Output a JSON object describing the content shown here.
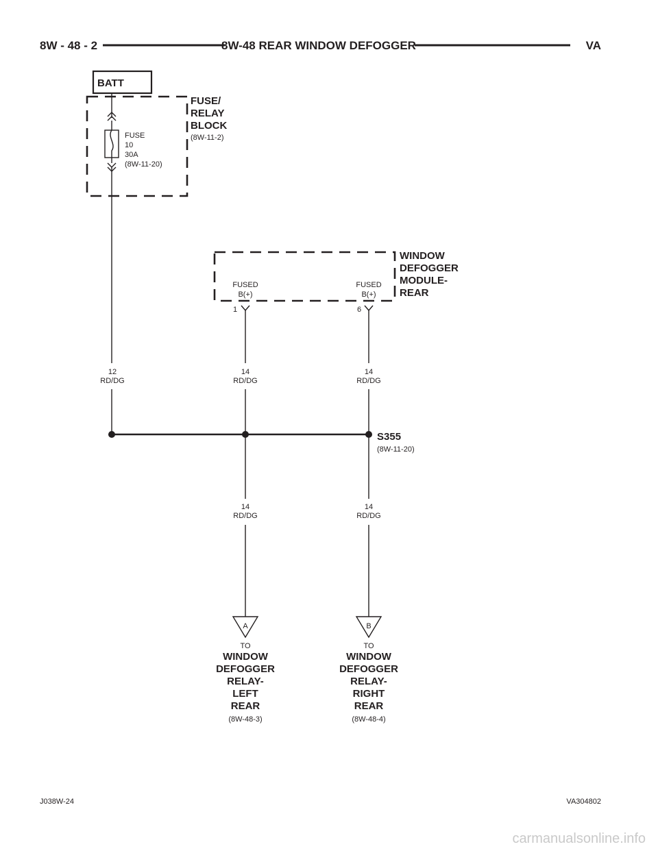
{
  "header": {
    "left": "8W - 48 - 2",
    "center": "8W-48 REAR WINDOW DEFOGGER",
    "right": "VA"
  },
  "batt": {
    "label": "BATT"
  },
  "fuse_relay_block": {
    "lines": [
      "FUSE/",
      "RELAY",
      "BLOCK"
    ],
    "ref": "(8W-11-2)"
  },
  "fuse": {
    "lines": [
      "FUSE",
      "10",
      "30A",
      "(8W-11-20)"
    ]
  },
  "module": {
    "lines": [
      "WINDOW",
      "DEFOGGER",
      "MODULE-",
      "REAR"
    ],
    "pin1": {
      "lines": [
        "FUSED",
        "B(+)"
      ],
      "number": "1"
    },
    "pin6": {
      "lines": [
        "FUSED",
        "B(+)"
      ],
      "number": "6"
    }
  },
  "wires": {
    "left": {
      "gauge": "12",
      "color": "RD/DG"
    },
    "mid_upper": {
      "gauge": "14",
      "color": "RD/DG"
    },
    "right_upper": {
      "gauge": "14",
      "color": "RD/DG"
    },
    "mid_lower": {
      "gauge": "14",
      "color": "RD/DG"
    },
    "right_lower": {
      "gauge": "14",
      "color": "RD/DG"
    }
  },
  "splice": {
    "id": "S355",
    "ref": "(8W-11-20)"
  },
  "connectors": {
    "a": {
      "letter": "A",
      "to": "TO",
      "lines": [
        "WINDOW",
        "DEFOGGER",
        "RELAY-",
        "LEFT",
        "REAR"
      ],
      "ref": "(8W-48-3)"
    },
    "b": {
      "letter": "B",
      "to": "TO",
      "lines": [
        "WINDOW",
        "DEFOGGER",
        "RELAY-",
        "RIGHT",
        "REAR"
      ],
      "ref": "(8W-48-4)"
    }
  },
  "footer": {
    "left": "J038W-24",
    "right": "VA304802"
  },
  "watermark": "carmanualsonline.info",
  "colors": {
    "ink": "#231f20",
    "watermark": "#c9c9c9",
    "background": "#ffffff"
  }
}
